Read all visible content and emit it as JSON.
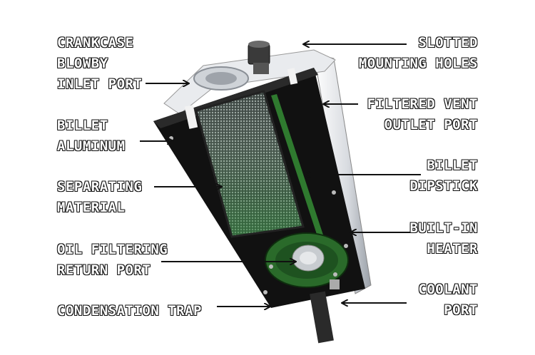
{
  "labels": {
    "crankcase": [
      "CRANKCASE",
      "BLOWBY",
      "INLET PORT"
    ],
    "billet_aluminum": [
      "BILLET",
      "ALUMINUM"
    ],
    "separating": [
      "SEPARATING",
      "MATERIAL"
    ],
    "oil_return": [
      "OIL FILTERING",
      "RETURN PORT"
    ],
    "condensation": [
      "CONDENSATION TRAP"
    ],
    "slotted": [
      "SLOTTED",
      "MOUNTING HOLES"
    ],
    "filtered_vent": [
      "FILTERED VENT",
      "OUTLET PORT"
    ],
    "dipstick": [
      "BILLET",
      "DIPSTICK"
    ],
    "heater": [
      "BUILT-IN",
      "HEATER"
    ],
    "coolant": [
      "COOLANT",
      "PORT"
    ]
  },
  "colors": {
    "body": "#111111",
    "filter": "#5a6a5a",
    "board": "#1f5a22",
    "background": "#ffffff"
  }
}
